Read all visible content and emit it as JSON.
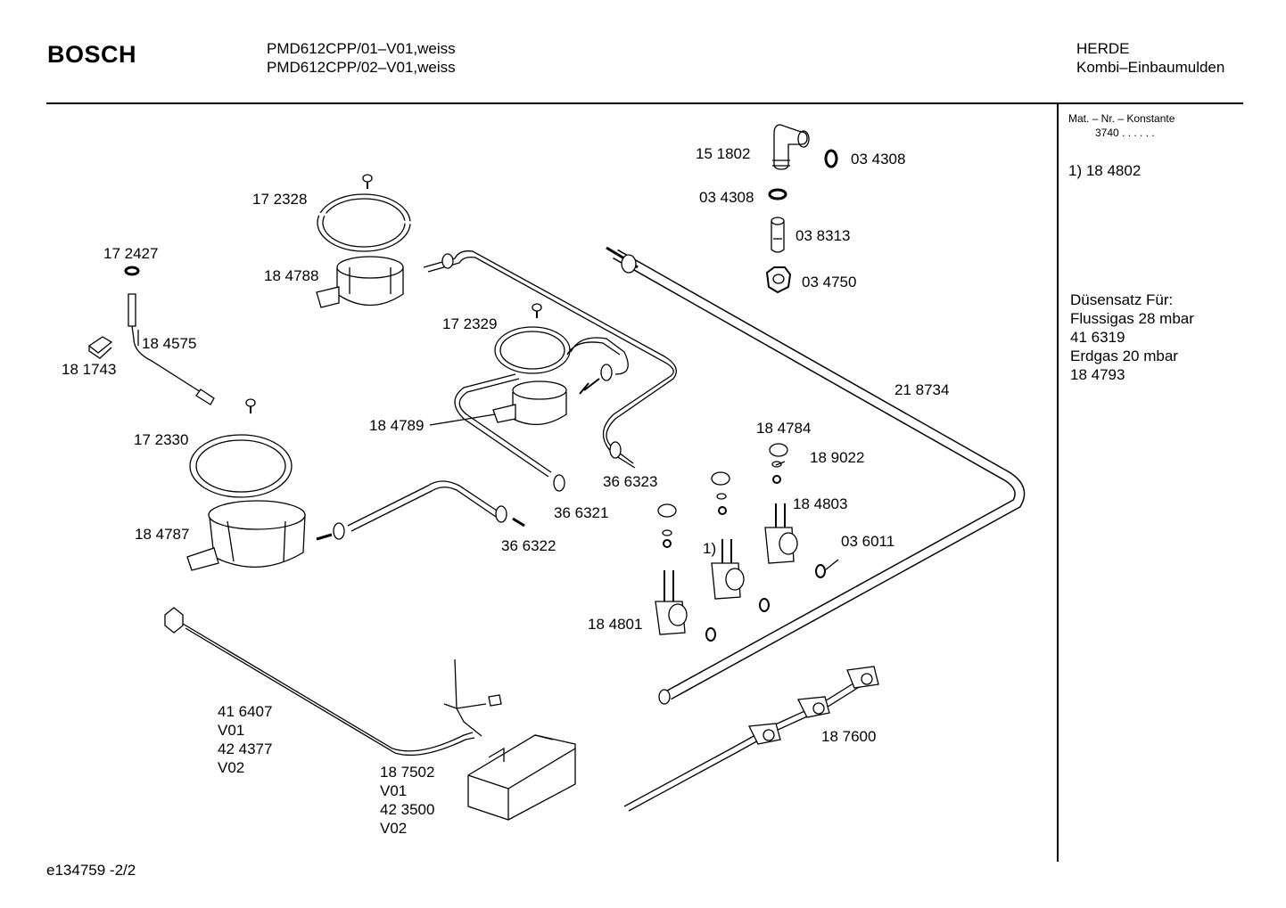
{
  "header": {
    "brand": "BOSCH",
    "models": [
      "PMD612CPP/01–V01,weiss",
      "PMD612CPP/02–V01,weiss"
    ],
    "category": "HERDE",
    "subcategory": "Kombi–Einbaumulden"
  },
  "sidebar": {
    "constant_label": "Mat. – Nr. – Konstante",
    "constant_value": "3740  .  .  .  .  .  .",
    "note": "1)  18 4802",
    "nozzle_title": "Düsensatz Für:",
    "nozzle_lines": [
      "Flussigas 28 mbar",
      "41 6319",
      "Erdgas 20 mbar",
      "18 4793"
    ]
  },
  "parts": {
    "p151802": "15 1802",
    "p034308a": "03 4308",
    "p034308b": "03 4308",
    "p038313": "03 8313",
    "p034750": "03 4750",
    "p172328": "17 2328",
    "p184788": "18 4788",
    "p172427": "17 2427",
    "p184575": "18 4575",
    "p181743": "18 1743",
    "p172329": "17 2329",
    "p184789": "18 4789",
    "p218734": "21 8734",
    "p172330": "17 2330",
    "p184787": "18 4787",
    "p366323": "36 6323",
    "p366321": "36 6321",
    "p366322": "36 6322",
    "p184784": "18 4784",
    "p189022": "18 9022",
    "p184803": "18 4803",
    "p036011": "03 6011",
    "note1": "1)",
    "p184801": "18 4801",
    "p416407": "41 6407",
    "v01a": "V01",
    "p424377": "42 4377",
    "v02a": "V02",
    "p187502": "18 7502",
    "v01b": "V01",
    "p423500": "42 3500",
    "v02b": "V02",
    "p187600": "18 7600"
  },
  "footer": {
    "code": "e134759   -2/2"
  }
}
